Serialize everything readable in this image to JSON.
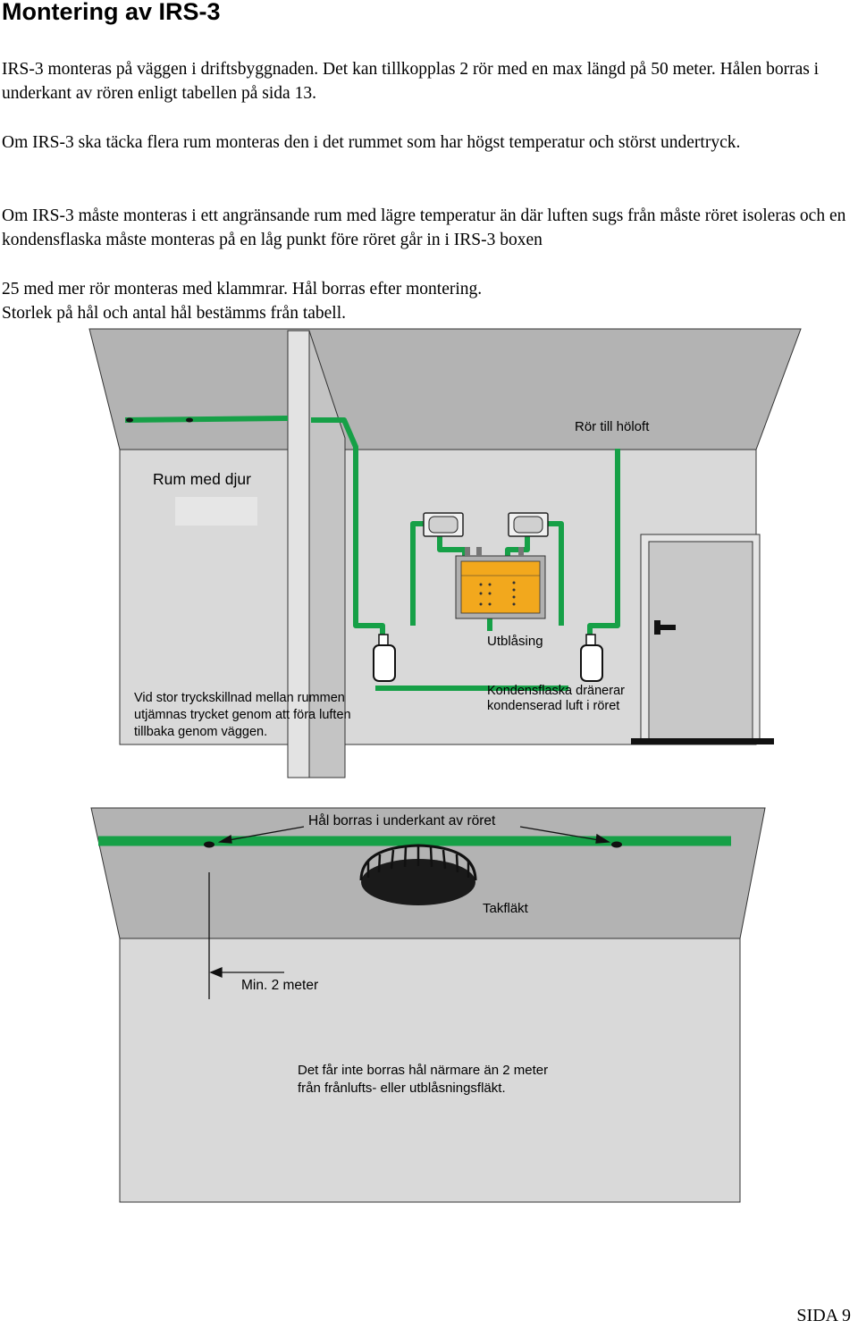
{
  "title": "Montering av IRS-3",
  "paragraphs": [
    "IRS-3 monteras på väggen i driftsbyggnaden. Det kan tillkopplas 2 rör med en max längd på 50 meter. Hålen borras i underkant av rören enligt tabellen på sida 13.",
    "Om IRS-3 ska täcka flera rum monteras den i det rummet som har högst temperatur och störst undertryck.",
    "Om IRS-3 måste monteras i ett angränsande rum med lägre temperatur än där luften sugs från måste röret isoleras och en kondensflaska måste monteras på en låg punkt före röret går in i IRS-3 boxen",
    "25 med mer rör monteras med klammrar. Hål borras efter montering.",
    "Storlek på hål och antal hål bestämms från tabell."
  ],
  "diagram1": {
    "label_pipe_attic": "Rör till höloft",
    "label_room": "Rum med djur",
    "label_exhaust": "Utblåsing",
    "label_pressure_line1": "Vid stor tryckskillnad mellan rummen",
    "label_pressure_line2": "utjämnas trycket genom att föra luften",
    "label_pressure_line3": "tillbaka genom väggen.",
    "label_flask_line1": "Kondensflaska dränerar",
    "label_flask_line2": "kondenserad luft i röret"
  },
  "diagram2": {
    "label_holes": "Hål borras i underkant av röret",
    "label_fan": "Takfläkt",
    "label_min": "Min. 2 meter",
    "label_rule_line1": "Det får inte borras hål närmare än 2  meter",
    "label_rule_line2": "från frånlufts- eller utblåsningsfläkt."
  },
  "page_number": "SIDA 9",
  "colors": {
    "pipe": "#16a047",
    "wall": "#d9d9d9",
    "ceiling": "#b3b3b3",
    "box": "#f2a81d",
    "door": "#c8c8c8"
  }
}
